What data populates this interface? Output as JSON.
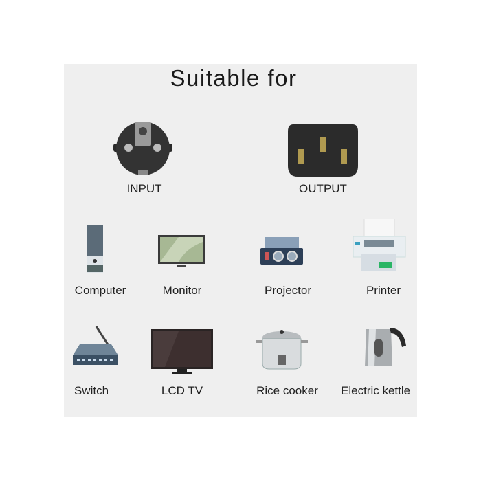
{
  "title": "Suitable for",
  "connectors": [
    {
      "label": "INPUT",
      "icon": "schuko-plug-icon"
    },
    {
      "label": "OUTPUT",
      "icon": "iec-c13-socket-icon"
    }
  ],
  "devices": [
    {
      "label": "Computer",
      "icon": "computer-tower-icon"
    },
    {
      "label": "Monitor",
      "icon": "monitor-icon"
    },
    {
      "label": "Projector",
      "icon": "projector-icon"
    },
    {
      "label": "Printer",
      "icon": "printer-icon"
    },
    {
      "label": "Switch",
      "icon": "network-switch-icon"
    },
    {
      "label": "LCD TV",
      "icon": "lcd-tv-icon"
    },
    {
      "label": "Rice cooker",
      "icon": "rice-cooker-icon"
    },
    {
      "label": "Electric kettle",
      "icon": "electric-kettle-icon"
    }
  ]
}
